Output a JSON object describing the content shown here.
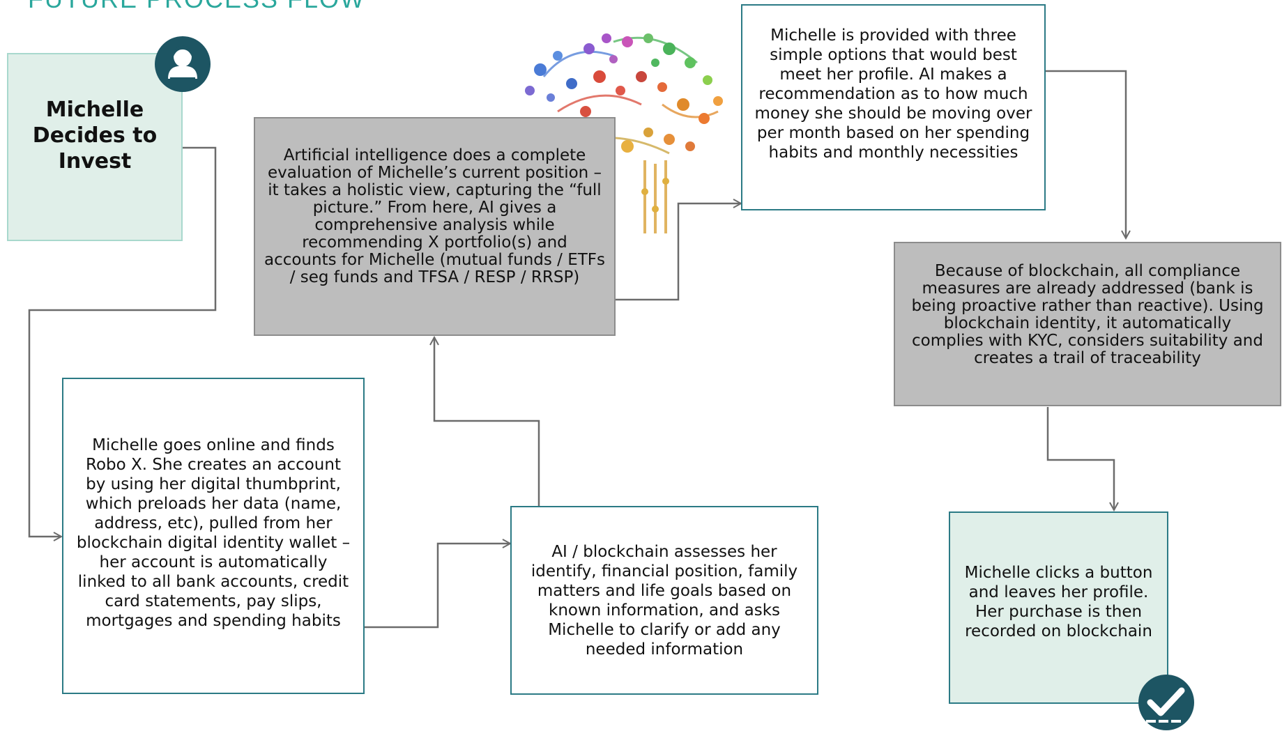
{
  "title": "FUTURE PROCESS FLOW",
  "colors": {
    "title": "#2aa79c",
    "mint_fill": "#e0efe9",
    "teal_border": "#2b7a85",
    "gray_fill": "#bdbdbd",
    "connector": "#6b6b6b",
    "badge": "#1d5563"
  },
  "icons": {
    "start": "person-avatar-icon",
    "end": "checkmark-icon",
    "decor": "brain-circuit-image"
  },
  "steps": {
    "decide": "Michelle Decides to Invest",
    "online": "Michelle goes online and finds Robo X. She creates an account by using her digital thumbprint, which preloads her data (name, address, etc), pulled from her blockchain digital identity wallet – her account is automatically linked to all bank accounts, credit card statements, pay slips, mortgages and spending habits",
    "assess": "AI / blockchain assesses her identify, financial position, family matters and life goals based on known information, and asks Michelle to clarify or add any needed information",
    "ai_eval": "Artificial intelligence does a complete evaluation of Michelle’s current position – it takes a holistic view, capturing the “full picture.” From here, AI gives a comprehensive analysis while recommending X portfolio(s) and accounts for Michelle (mutual funds / ETFs / seg funds and TFSA / RESP / RRSP)",
    "options": "Michelle is provided with three simple options that would best meet her profile. AI makes a recommendation as to how much money she should be moving over per month based on her spending habits and monthly necessities",
    "blockchain": "Because of blockchain, all compliance measures are already addressed (bank is being proactive rather than reactive). Using blockchain identity, it automatically complies with KYC, considers suitability and creates a trail of traceability",
    "purchase": "Michelle clicks a button and leaves her profile. Her purchase is then recorded on blockchain"
  }
}
